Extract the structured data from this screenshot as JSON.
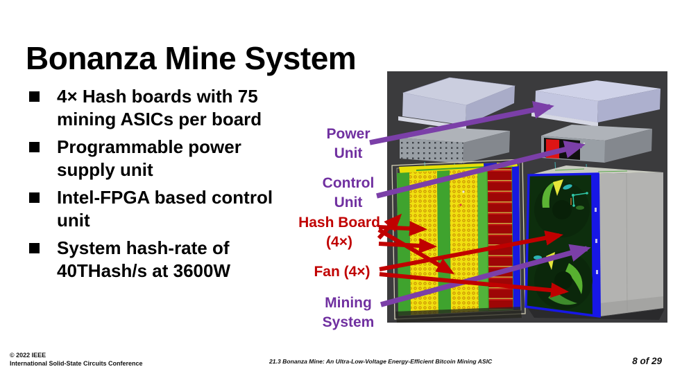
{
  "title": "Bonanza Mine System",
  "bullets": [
    {
      "text": "4× Hash boards with 75\nmining ASICs per board"
    },
    {
      "text": "Programmable power\nsupply unit"
    },
    {
      "text": "Intel-FPGA based control\nunit"
    },
    {
      "text": "System hash-rate of\n40THash/s at 3600W"
    }
  ],
  "callouts": {
    "power_unit": "Power\nUnit",
    "control_unit": "Control\nUnit",
    "hash_board": "Hash Board\n(4×)",
    "fan": "Fan (4×)",
    "mining_system": "Mining\nSystem"
  },
  "footer": {
    "copyright": "© 2022 IEEE\nInternational Solid-State Circuits Conference",
    "session_title": "21.3 Bonanza Mine: An Ultra-Low-Voltage Energy-Efficient Bitcoin Mining ASIC",
    "page": "8 of 29"
  },
  "colors": {
    "callout_purple": "#7030A0",
    "callout_red": "#C00000",
    "arrow_purple": "#7B3FA8",
    "arrow_red": "#C00000"
  }
}
